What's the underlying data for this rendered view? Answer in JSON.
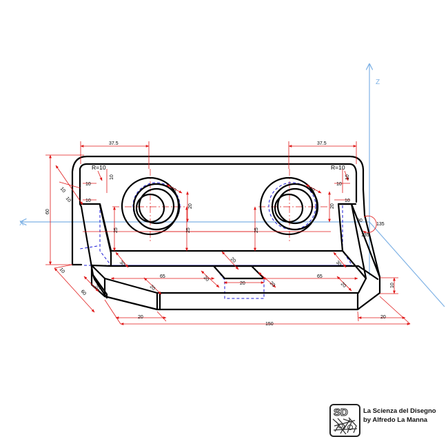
{
  "axes": {
    "x_label": "X",
    "z_label": "Z"
  },
  "radius_labels": {
    "left": "R=10",
    "right": "R=10"
  },
  "dimensions": {
    "top_left": "37.5",
    "top_right": "37.5",
    "height": "60",
    "width_total": "150",
    "base_height": "10",
    "depth": "60",
    "ten": "10",
    "twenty": "20",
    "twenty_five": "25",
    "thirty": "30",
    "sixty_five": "65",
    "angle_large": "135",
    "angle_small": "90",
    "angle_alt": "135"
  },
  "credit": {
    "title": "La Scienza del Disegno",
    "author": "by Alfredo La Manna",
    "logo_letters": "SD"
  },
  "colors": {
    "object_lines": "#000000",
    "hidden_lines": "#1a1ad6",
    "dimension_lines": "#e01818",
    "axis_lines": "#7fb2e5"
  }
}
